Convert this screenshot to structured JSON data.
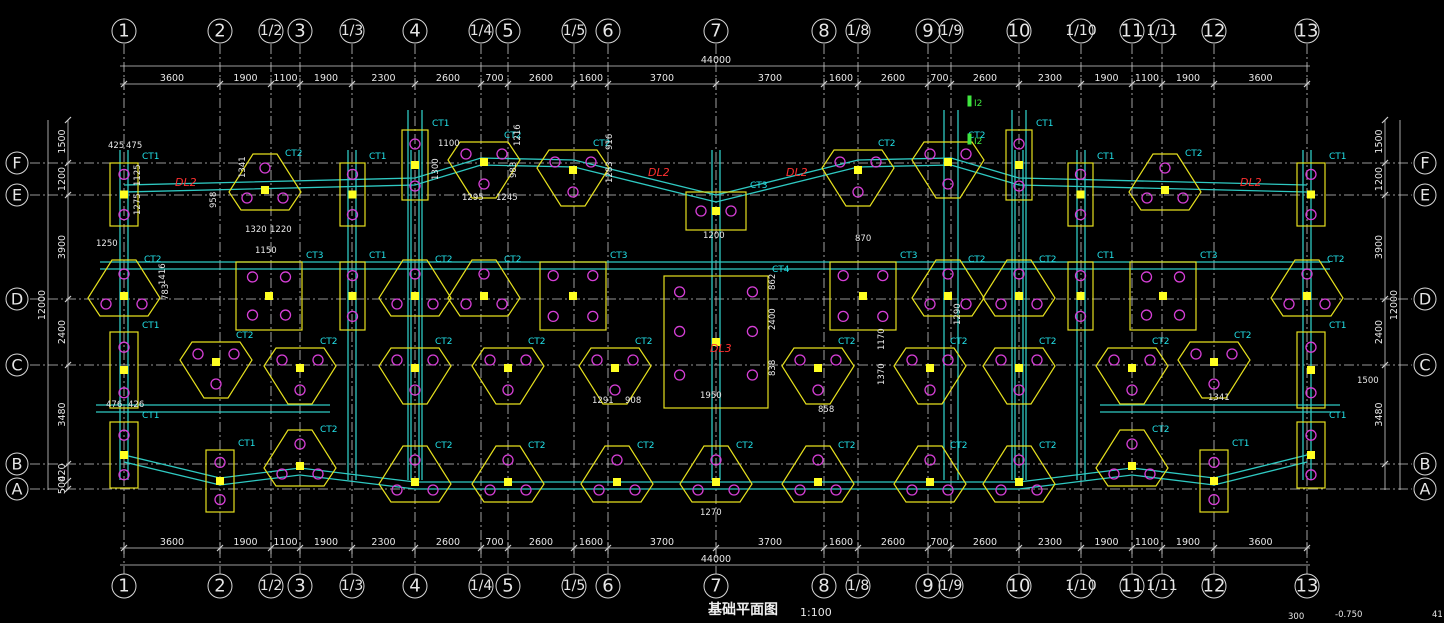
{
  "drawing": {
    "title": "基础平面图",
    "scale": "1:100",
    "corner_texts": [
      "300",
      "-0.750",
      "41"
    ]
  },
  "axes": {
    "vertical": [
      {
        "label": "1"
      },
      {
        "label": "2"
      },
      {
        "label": "1/2"
      },
      {
        "label": "3"
      },
      {
        "label": "1/3"
      },
      {
        "label": "4"
      },
      {
        "label": "1/4"
      },
      {
        "label": "5"
      },
      {
        "label": "1/5"
      },
      {
        "label": "6"
      },
      {
        "label": "7"
      },
      {
        "label": "8"
      },
      {
        "label": "1/8"
      },
      {
        "label": "9"
      },
      {
        "label": "1/9"
      },
      {
        "label": "10"
      },
      {
        "label": "1/10"
      },
      {
        "label": "11"
      },
      {
        "label": "1/11"
      },
      {
        "label": "12"
      },
      {
        "label": "13"
      }
    ],
    "horizontal": [
      {
        "label": "F"
      },
      {
        "label": "E"
      },
      {
        "label": "D"
      },
      {
        "label": "C"
      },
      {
        "label": "B"
      },
      {
        "label": "A"
      }
    ]
  },
  "dimensions": {
    "total_top": "44000",
    "total_bottom": "44000",
    "top_segments": [
      "3600",
      "1900",
      "1100",
      "1900",
      "2300",
      "2600",
      "700",
      "2600",
      "1600",
      "3700",
      "3700",
      "1600",
      "2600",
      "700",
      "2600",
      "2300",
      "1900",
      "1100",
      "1900",
      "3600"
    ],
    "bottom_segments": [
      "3600",
      "1900",
      "1100",
      "1900",
      "2300",
      "2600",
      "700",
      "2600",
      "1600",
      "3700",
      "3700",
      "1600",
      "2600",
      "700",
      "2600",
      "2300",
      "1900",
      "1100",
      "1900",
      "3600"
    ],
    "left_segments": [
      "1500",
      "1200",
      "3900",
      "2400",
      "3480",
      "420",
      "500"
    ],
    "left_total": "12000",
    "right_segments": [
      "1500",
      "1200",
      "3900",
      "2400",
      "3480"
    ],
    "right_total": "12000"
  },
  "footing_labels": [
    "CT1",
    "CT2",
    "CT3",
    "CT4"
  ],
  "beam_labels": [
    "DL2",
    "DL3"
  ],
  "annotations": {
    "top_row": [
      {
        "t": "425",
        "k": "a1"
      },
      {
        "t": "475",
        "k": "a2"
      },
      {
        "t": "1125",
        "k": "a3"
      },
      {
        "t": "1275",
        "k": "a4"
      },
      {
        "t": "1341",
        "k": "a5"
      },
      {
        "t": "958",
        "k": "a6"
      },
      {
        "t": "1320",
        "k": "a7"
      },
      {
        "t": "1220",
        "k": "a8"
      },
      {
        "t": "1100",
        "k": "a9"
      },
      {
        "t": "1300",
        "k": "a10"
      },
      {
        "t": "1216",
        "k": "a11"
      },
      {
        "t": "983",
        "k": "a12"
      },
      {
        "t": "1295",
        "k": "a13"
      },
      {
        "t": "1245",
        "k": "a14"
      },
      {
        "t": "916",
        "k": "a15"
      },
      {
        "t": "1283",
        "k": "a16"
      },
      {
        "t": "1200",
        "k": "a17"
      },
      {
        "t": "870",
        "k": "a18"
      },
      {
        "t": "1250",
        "k": "a19"
      },
      {
        "t": "1150",
        "k": "a20"
      },
      {
        "t": "1416",
        "k": "a21"
      },
      {
        "t": "783",
        "k": "a22"
      },
      {
        "t": "862",
        "k": "a23"
      },
      {
        "t": "2400",
        "k": "a24"
      },
      {
        "t": "838",
        "k": "a25"
      },
      {
        "t": "1950",
        "k": "a26"
      },
      {
        "t": "1170",
        "k": "a27"
      },
      {
        "t": "1370",
        "k": "a28"
      },
      {
        "t": "858",
        "k": "a29"
      },
      {
        "t": "1291",
        "k": "a30"
      },
      {
        "t": "908",
        "k": "a31"
      },
      {
        "t": "1290",
        "k": "a32"
      },
      {
        "t": "1270",
        "k": "a33"
      },
      {
        "t": "1500",
        "k": "a34"
      },
      {
        "t": "476",
        "k": "a35"
      },
      {
        "t": "426",
        "k": "a36"
      },
      {
        "t": "1341",
        "k": "a37"
      },
      {
        "t": "I2",
        "k": "a38"
      }
    ]
  }
}
